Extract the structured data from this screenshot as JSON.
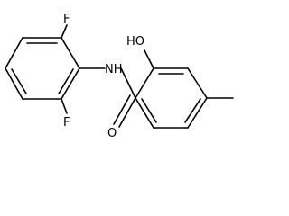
{
  "atom_labels": {
    "fluorine_top": "F",
    "fluorine_bottom": "F",
    "amide_nh": "NH",
    "hydroxyl": "HO",
    "carbonyl_oxygen": "O"
  }
}
